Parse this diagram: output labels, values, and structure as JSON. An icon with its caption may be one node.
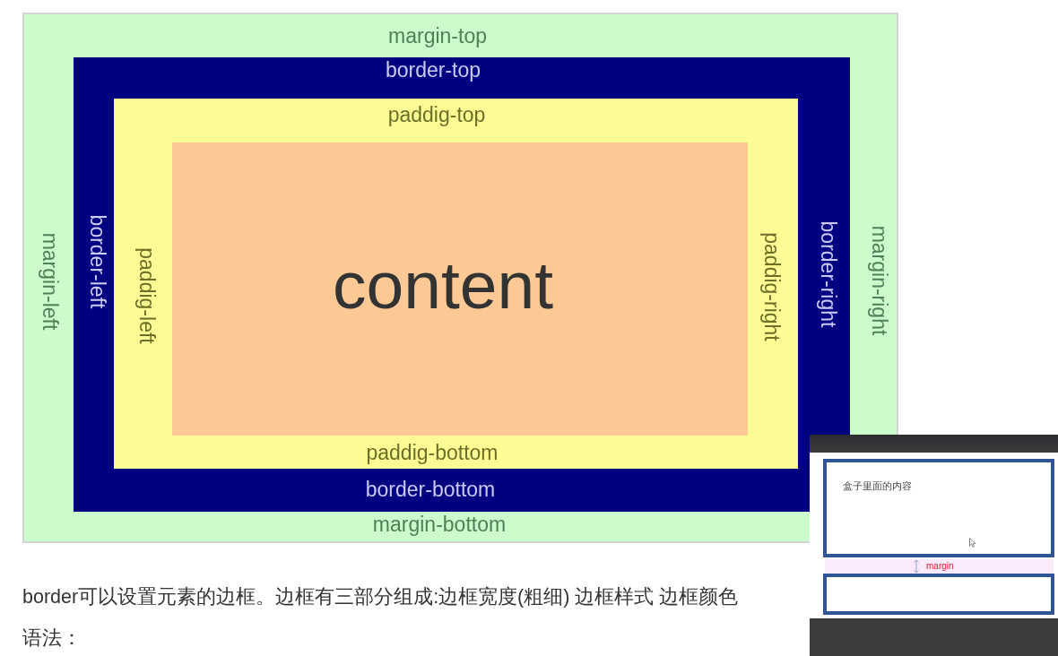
{
  "diagram": {
    "nodes": [
      {
        "text": [
          "margin-top",
          "margin-left",
          "margin-right",
          "margin-bottom"
        ]
      },
      {
        "text": [
          "border-top",
          "border-left",
          "border-right",
          "border-bottom"
        ],
        "in": 0
      },
      {
        "text": [
          "paddig-top",
          "paddig-left",
          "paddig-right",
          "paddig-bottom"
        ],
        "in": 1
      },
      {
        "text": [
          "content"
        ],
        "in": 2
      },
      {
        "text": [
          "盒子里面的内容"
        ]
      },
      {
        "text": [
          "margin"
        ]
      },
      {
        "text": [],
        "shape": "box"
      }
    ],
    "labels": [
      "border可以设置元素的边框。边框有三部分组成:边框宽度(粗细) 边框样式 边框颜色",
      "语法："
    ]
  }
}
